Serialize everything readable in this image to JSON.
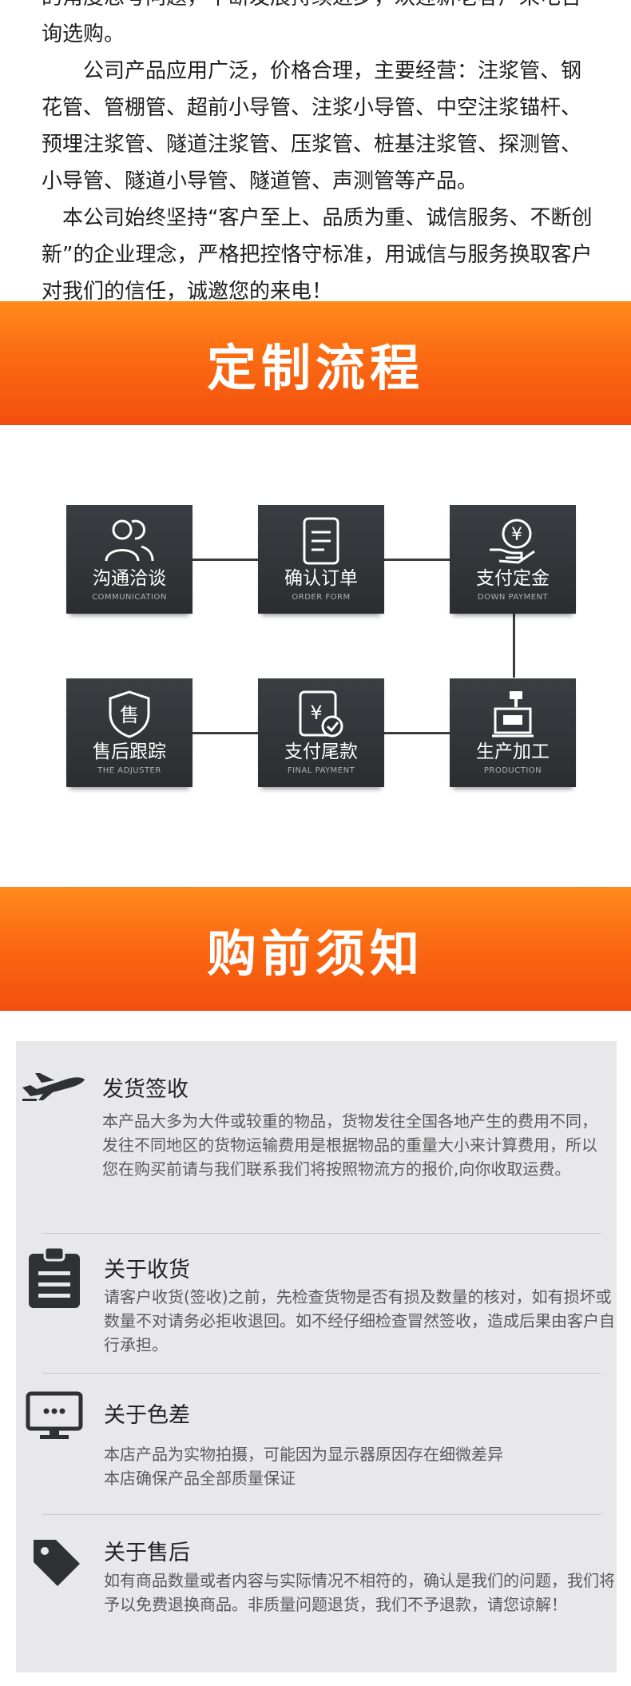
{
  "intro": {
    "cut_line": "的角度思考问题，不断发展持续进步，欢迎新老客户来电咨",
    "line2": "询选购。",
    "para2": "公司产品应用广泛，价格合理，主要经营：注浆管、钢花管、管棚管、超前小导管、注浆小导管、中空注浆锚杆、预埋注浆管、隧道注浆管、压浆管、桩基注浆管、探测管、小导管、隧道小导管、隧道管、声测管等产品。",
    "para3": "本公司始终坚持“客户至上、品质为重、诚信服务、不断创新”的企业理念，严格把控恪守标准，用诚信与服务换取客户对我们的信任，诚邀您的来电！"
  },
  "banner1": {
    "title": "定制流程"
  },
  "flow": {
    "steps": [
      {
        "zh": "沟通洽谈",
        "en": "COMMUNICATION",
        "icon": "people-icon"
      },
      {
        "zh": "确认订单",
        "en": "ORDER FORM",
        "icon": "document-icon"
      },
      {
        "zh": "支付定金",
        "en": "DOWN PAYMENT",
        "icon": "yuan-hand-icon"
      },
      {
        "zh": "售后跟踪",
        "en": "THE ADJUSTER",
        "icon": "shield-icon"
      },
      {
        "zh": "支付尾款",
        "en": "FINAL PAYMENT",
        "icon": "yuan-check-icon"
      },
      {
        "zh": "生产加工",
        "en": "PRODUCTION",
        "icon": "machine-icon"
      }
    ]
  },
  "banner2": {
    "title": "购前须知"
  },
  "notices": [
    {
      "title": "发货签收",
      "icon": "airplane-icon",
      "body": "本产品大多为大件或较重的物品，货物发往全国各地产生的费用不同，发往不同地区的货物运输费用是根据物品的重量大小来计算费用，所以您在购买前请与我们联系我们将按照物流方的报价,向你收取运费。"
    },
    {
      "title": "关于收货",
      "icon": "clipboard-icon",
      "body": "请客户收货(签收)之前，先检查货物是否有损及数量的核对，如有损坏或数量不对请务必拒收退回。如不经仔细检查冒然签收，造成后果由客户自行承担。"
    },
    {
      "title": "关于色差",
      "icon": "monitor-icon",
      "body_lines": [
        "本店产品为实物拍摄，可能因为显示器原因存在细微差异",
        "本店确保产品全部质量保证"
      ]
    },
    {
      "title": "关于售后",
      "icon": "tag-icon",
      "body": "如有商品数量或者内容与实际情况不相符的，确认是我们的问题，我们将予以免费退换商品。非质量问题退货，我们不予退款，请您谅解！"
    }
  ],
  "colors": {
    "banner_orange": "#fb6a12",
    "box_dark": "#2f3135",
    "panel_gray": "#e8e8ea"
  }
}
